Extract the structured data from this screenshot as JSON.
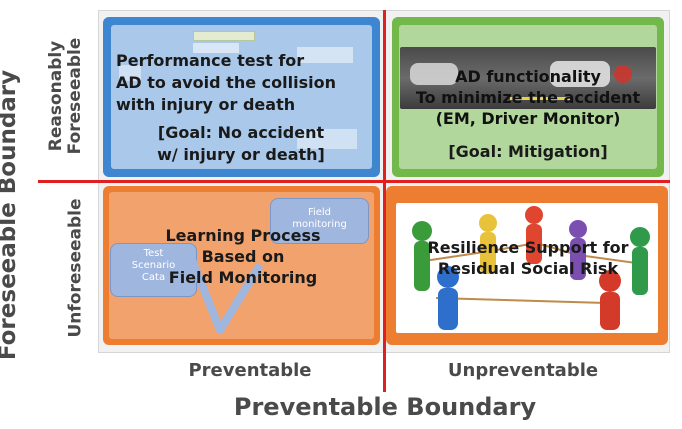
{
  "axes": {
    "y_title": "Foreseeable Boundary",
    "y_top_label_line1": "Reasonably",
    "y_top_label_line2": "Foreseeable",
    "y_bottom_label": "Unforeseeable",
    "x_left_label": "Preventable",
    "x_right_label": "Unpreventable",
    "x_title": "Preventable Boundary"
  },
  "quadrants": {
    "top_left": {
      "title_line1": "Performance test for",
      "title_line2": "AD to avoid the collision",
      "title_line3": "with injury or death",
      "goal_line1": "[Goal: No accident",
      "goal_line2": "w/ injury or death]"
    },
    "top_right": {
      "title_line1": "AD functionality",
      "title_line2": "To minimize the accident",
      "title_line3": "(EM, Driver Monitor)",
      "goal": "[Goal: Mitigation]"
    },
    "bottom_left": {
      "title_line1": "Learning Process",
      "title_line2": "Based on",
      "title_line3": "Field Monitoring",
      "bg_box_field_line1": "Field",
      "bg_box_field_line2": "monitoring",
      "bg_box_test_line1": "Test",
      "bg_box_test_line2": "Scenario",
      "bg_box_test_line3": "Cata"
    },
    "bottom_right": {
      "title_line1": "Resilience Support for",
      "title_line2": "Residual Social Risk"
    }
  },
  "colors": {
    "boundary_line": "#e02020",
    "blue_quadrant": "#3f86d0",
    "green_quadrant": "#72b84b",
    "orange_quadrant": "#ed7d31"
  }
}
